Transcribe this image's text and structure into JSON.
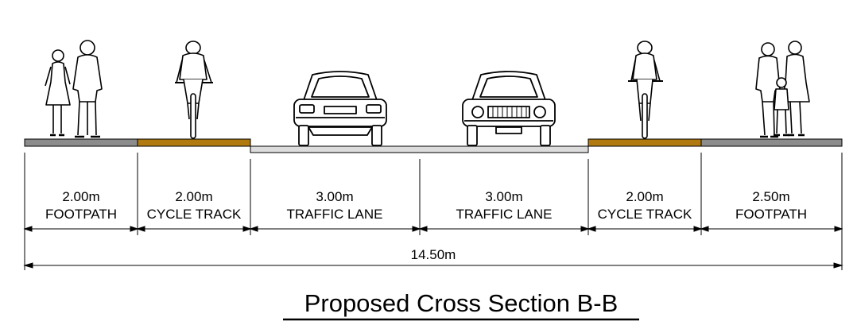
{
  "title": "Proposed Cross Section B-B",
  "colors": {
    "footpath": "#8c8c8c",
    "cycle_track": "#b07a10",
    "traffic_lane": "#dcdcdc",
    "line": "#000000"
  },
  "segments": [
    {
      "width": "2.00m",
      "label": "FOOTPATH",
      "surface": "footpath",
      "figure": "pedestrians-couple"
    },
    {
      "width": "2.00m",
      "label": "CYCLE TRACK",
      "surface": "cycle_track",
      "figure": "cyclist-rear"
    },
    {
      "width": "3.00m",
      "label": "TRAFFIC LANE",
      "surface": "traffic_lane",
      "figure": "car-rear"
    },
    {
      "width": "3.00m",
      "label": "TRAFFIC LANE",
      "surface": "traffic_lane",
      "figure": "car-front"
    },
    {
      "width": "2.00m",
      "label": "CYCLE TRACK",
      "surface": "cycle_track",
      "figure": "cyclist-front"
    },
    {
      "width": "2.50m",
      "label": "FOOTPATH",
      "surface": "footpath",
      "figure": "pedestrians-family"
    }
  ],
  "total_width": "14.50m"
}
